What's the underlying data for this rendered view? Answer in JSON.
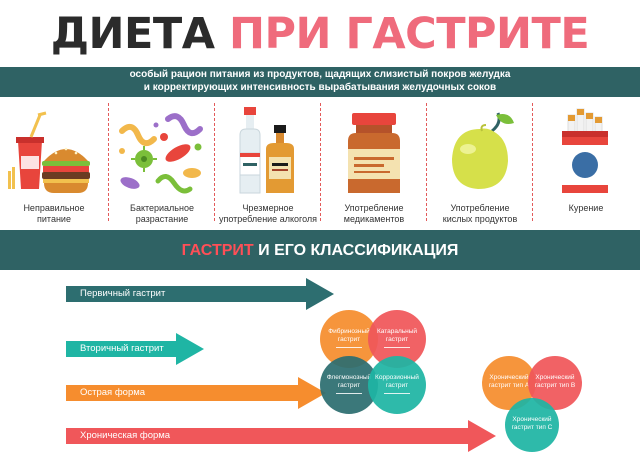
{
  "header": {
    "title_part1": "ДИЕТА",
    "title_part2": "ПРИ ГАСТРИТЕ",
    "subtitle_line1": "особый рацион питания из продуктов, щадящих слизистый покров желудка",
    "subtitle_line2": "и корректирующих интенсивность вырабатывания желудочных соков"
  },
  "causes": [
    {
      "icon": "fast-food-icon",
      "line1": "Неправильное",
      "line2": "питание"
    },
    {
      "icon": "bacteria-icon",
      "line1": "Бактериальное",
      "line2": "разрастание"
    },
    {
      "icon": "alcohol-bottles-icon",
      "line1": "Чрезмерное",
      "line2": "употребление алкоголя"
    },
    {
      "icon": "medicine-bottle-icon",
      "line1": "Употребление",
      "line2": "медикаментов"
    },
    {
      "icon": "lemon-icon",
      "line1": "Употребление",
      "line2": "кислых продуктов"
    },
    {
      "icon": "cigarettes-icon",
      "line1": "Курение",
      "line2": ""
    }
  ],
  "classification": {
    "heading_part1": "ГАСТРИТ",
    "heading_part2": "И ЕГО КЛАССИФИКАЦИЯ",
    "arrows": [
      {
        "label": "Первичный гастрит",
        "color": "#2d6e70"
      },
      {
        "label": "Вторичный гастрит",
        "color": "#1fb5a4"
      },
      {
        "label": "Острая форма",
        "color": "#f68d2e"
      },
      {
        "label": "Хроническая форма",
        "color": "#f0575a"
      }
    ],
    "acute_circles": [
      {
        "line1": "Фибринозный",
        "line2": "гастрит",
        "color": "#f68d2e"
      },
      {
        "line1": "Катаральный",
        "line2": "гастрит",
        "color": "#f0575a"
      },
      {
        "line1": "Флегмонозный",
        "line2": "гастрит",
        "color": "#2d6e70"
      },
      {
        "line1": "Коррозионный",
        "line2": "гастрит",
        "color": "#1fb5a4"
      }
    ],
    "chronic_circles": [
      {
        "line1": "Хронический",
        "line2": "гастрит тип А",
        "color": "#f68d2e"
      },
      {
        "line1": "Хронический",
        "line2": "гастрит тип В",
        "color": "#f0575a"
      },
      {
        "line1": "Хронический",
        "line2": "гастрит тип С",
        "color": "#1fb5a4"
      }
    ]
  }
}
